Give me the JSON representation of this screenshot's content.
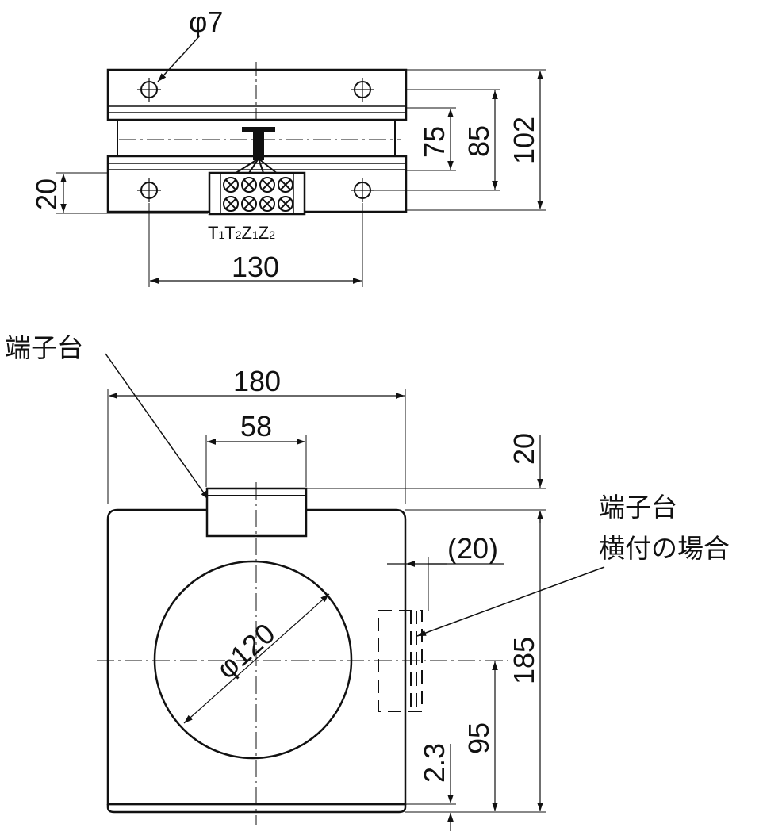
{
  "top_view": {
    "hole_dia": "φ7",
    "dim_75": "75",
    "dim_85": "85",
    "dim_102": "102",
    "dim_20": "20",
    "dim_130": "130",
    "terminal_t1": "T",
    "terminal_t1_sub": "1",
    "terminal_t2": "T",
    "terminal_t2_sub": "2",
    "terminal_z1": "Z",
    "terminal_z1_sub": "1",
    "terminal_z2": "Z",
    "terminal_z2_sub": "2"
  },
  "front_view": {
    "terminal_block_label": "端子台",
    "dim_180": "180",
    "dim_58": "58",
    "dim_20": "20",
    "side_label_line1": "端子台",
    "side_label_line2": "横付の場合",
    "dim_20_paren": "(20)",
    "dim_185": "185",
    "circle_dia": "φ120",
    "dim_95": "95",
    "dim_2_3": "2.3"
  },
  "colors": {
    "line": "#111111",
    "background": "#ffffff"
  }
}
